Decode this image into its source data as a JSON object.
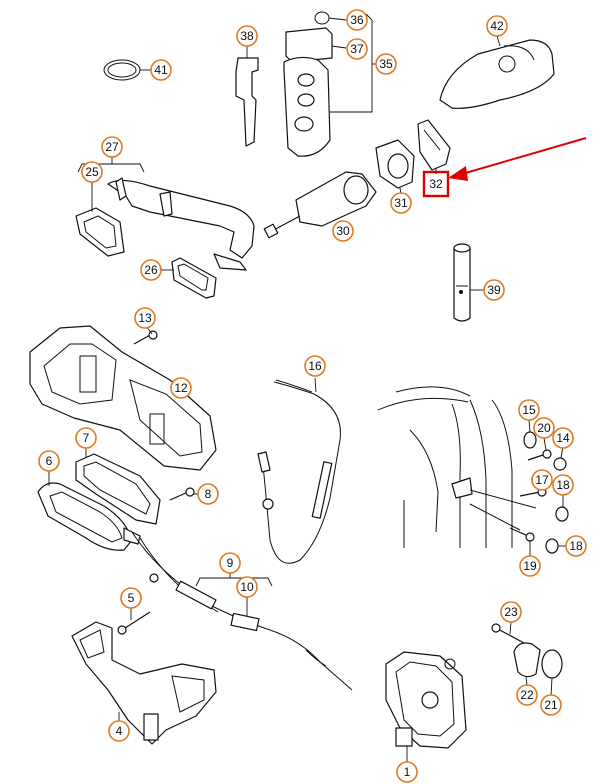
{
  "labels": [
    {
      "id": "36",
      "text": "36"
    },
    {
      "id": "37",
      "text": "37"
    },
    {
      "id": "35",
      "text": "35"
    },
    {
      "id": "38",
      "text": "38"
    },
    {
      "id": "41",
      "text": "41"
    },
    {
      "id": "42",
      "text": "42"
    },
    {
      "id": "32",
      "text": "32"
    },
    {
      "id": "27",
      "text": "27"
    },
    {
      "id": "25",
      "text": "25"
    },
    {
      "id": "31",
      "text": "31"
    },
    {
      "id": "30",
      "text": "30"
    },
    {
      "id": "26",
      "text": "26"
    },
    {
      "id": "39",
      "text": "39"
    },
    {
      "id": "13",
      "text": "13"
    },
    {
      "id": "16",
      "text": "16"
    },
    {
      "id": "12",
      "text": "12"
    },
    {
      "id": "7",
      "text": "7"
    },
    {
      "id": "6",
      "text": "6"
    },
    {
      "id": "8",
      "text": "8"
    },
    {
      "id": "15",
      "text": "15"
    },
    {
      "id": "20",
      "text": "20"
    },
    {
      "id": "14",
      "text": "14"
    },
    {
      "id": "17",
      "text": "17"
    },
    {
      "id": "18a",
      "text": "18"
    },
    {
      "id": "18b",
      "text": "18"
    },
    {
      "id": "19",
      "text": "19"
    },
    {
      "id": "9",
      "text": "9"
    },
    {
      "id": "10",
      "text": "10"
    },
    {
      "id": "5",
      "text": "5"
    },
    {
      "id": "23",
      "text": "23"
    },
    {
      "id": "4",
      "text": "4"
    },
    {
      "id": "22",
      "text": "22"
    },
    {
      "id": "21",
      "text": "21"
    },
    {
      "id": "1",
      "text": "1"
    }
  ],
  "highlight": {
    "label": "32",
    "color": "#e00000"
  },
  "colors": {
    "label_ring": "#e07a22",
    "line": "#111111",
    "highlight": "#e00000"
  }
}
